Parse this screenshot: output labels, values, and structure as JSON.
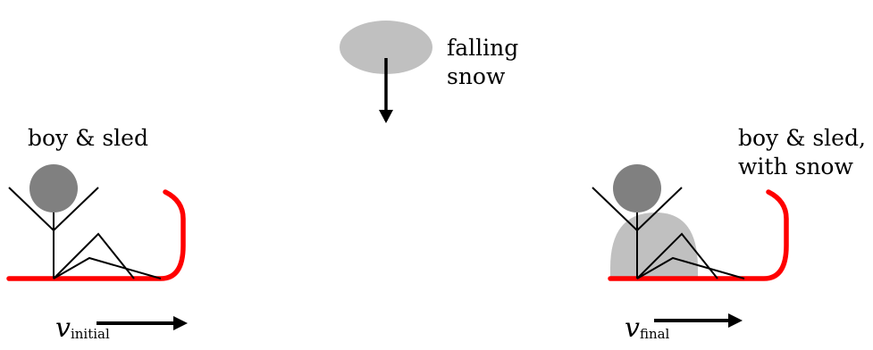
{
  "labels": {
    "falling_snow_line1": "falling",
    "falling_snow_line2": "snow",
    "initial": "boy & sled",
    "final_line1": "boy & sled,",
    "final_line2": "with snow",
    "v_symbol": "v",
    "v_initial_sub": "initial",
    "v_final_sub": "final"
  },
  "colors": {
    "sled": "#ff0000",
    "head": "#808080",
    "snow": "#c0c0c0",
    "line": "#000000"
  }
}
